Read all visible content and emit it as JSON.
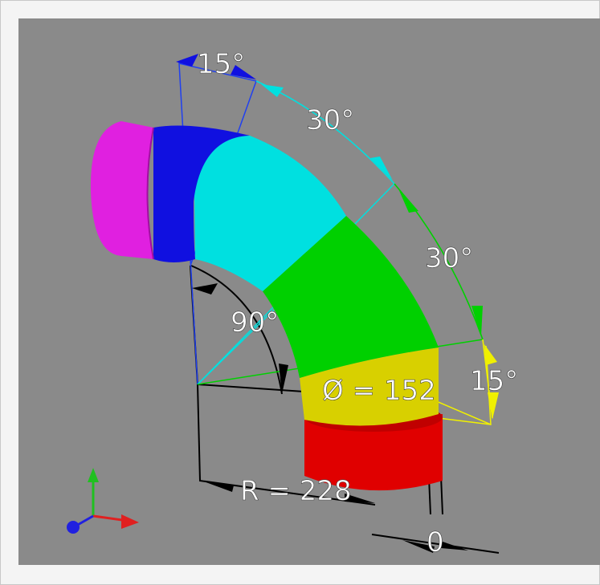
{
  "viewport": {
    "background": "#8a8a8a",
    "labels": {
      "angle_top": "15°",
      "angle_arc_1": "30°",
      "angle_arc_2": "30°",
      "angle_center": "90°",
      "angle_bottom": "15°",
      "diameter": "Ø = 152",
      "radius": "R = 228",
      "offset": "0"
    }
  },
  "segments": [
    {
      "name": "end-cap",
      "color": "#e020e0"
    },
    {
      "name": "segment-15-top",
      "color": "#1010e0"
    },
    {
      "name": "segment-30-a",
      "color": "#00e0e0"
    },
    {
      "name": "segment-30-b",
      "color": "#00d000"
    },
    {
      "name": "segment-15-bottom",
      "color": "#d8d000"
    },
    {
      "name": "straight-end",
      "color": "#e00000"
    }
  ],
  "axis_triad": {
    "x_color": "#e02020",
    "y_color": "#20c020",
    "z_color": "#2020e0"
  }
}
